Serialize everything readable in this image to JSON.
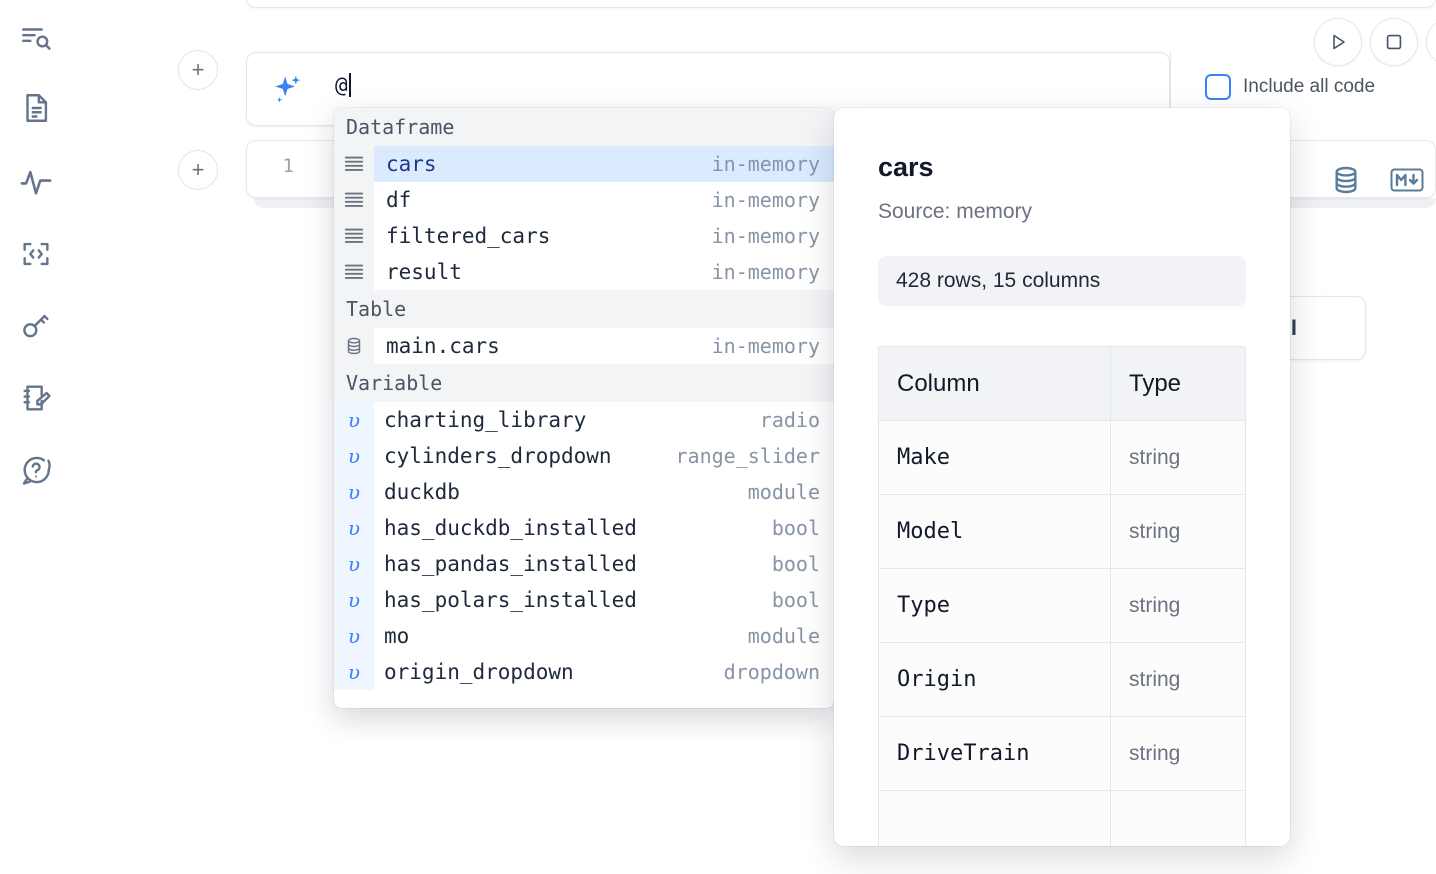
{
  "rail": {
    "items": [
      {
        "name": "outline-search-icon",
        "label": "Explore"
      },
      {
        "name": "file-text-icon",
        "label": "Notebook files"
      },
      {
        "name": "activity-icon",
        "label": "Runtime activity"
      },
      {
        "name": "code-embed-icon",
        "label": "Snippets"
      },
      {
        "name": "key-icon",
        "label": "Secrets"
      },
      {
        "name": "notepad-edit-icon",
        "label": "Scratchpad"
      },
      {
        "name": "help-chat-icon",
        "label": "Help"
      }
    ]
  },
  "toolbar": {
    "add_cell_label": "+",
    "run_label": "Run",
    "stop_label": "Stop",
    "include_all_code_label": "Include all code",
    "accent_blue": "#3b82f6"
  },
  "ai_input": {
    "icon": "sparkles-icon",
    "value": "@"
  },
  "code_cell": {
    "line_number": "1",
    "sql_icon": "database-icon",
    "markdown_icon": "markdown-icon"
  },
  "ai_chip": {
    "label": "AI"
  },
  "autocomplete": {
    "groups": [
      {
        "label": "Dataframe",
        "icon": "dataframe-icon",
        "items": [
          {
            "name": "cars",
            "type": "in-memory",
            "selected": true
          },
          {
            "name": "df",
            "type": "in-memory",
            "selected": false
          },
          {
            "name": "filtered_cars",
            "type": "in-memory",
            "selected": false
          },
          {
            "name": "result",
            "type": "in-memory",
            "selected": false
          }
        ]
      },
      {
        "label": "Table",
        "icon": "database-icon",
        "items": [
          {
            "name": "main.cars",
            "type": "in-memory",
            "selected": false
          }
        ]
      },
      {
        "label": "Variable",
        "icon": "variable-icon",
        "items": [
          {
            "name": "charting_library",
            "type": "radio",
            "selected": false
          },
          {
            "name": "cylinders_dropdown",
            "type": "range_slider",
            "selected": false
          },
          {
            "name": "duckdb",
            "type": "module",
            "selected": false
          },
          {
            "name": "has_duckdb_installed",
            "type": "bool",
            "selected": false
          },
          {
            "name": "has_pandas_installed",
            "type": "bool",
            "selected": false
          },
          {
            "name": "has_polars_installed",
            "type": "bool",
            "selected": false
          },
          {
            "name": "mo",
            "type": "module",
            "selected": false
          },
          {
            "name": "origin_dropdown",
            "type": "dropdown",
            "selected": false
          }
        ]
      }
    ]
  },
  "detail": {
    "title": "cars",
    "source": "Source: memory",
    "stats": "428 rows, 15 columns",
    "columns_header": "Column",
    "type_header": "Type",
    "rows": [
      {
        "column": "Make",
        "type": "string"
      },
      {
        "column": "Model",
        "type": "string"
      },
      {
        "column": "Type",
        "type": "string"
      },
      {
        "column": "Origin",
        "type": "string"
      },
      {
        "column": "DriveTrain",
        "type": "string"
      }
    ]
  }
}
